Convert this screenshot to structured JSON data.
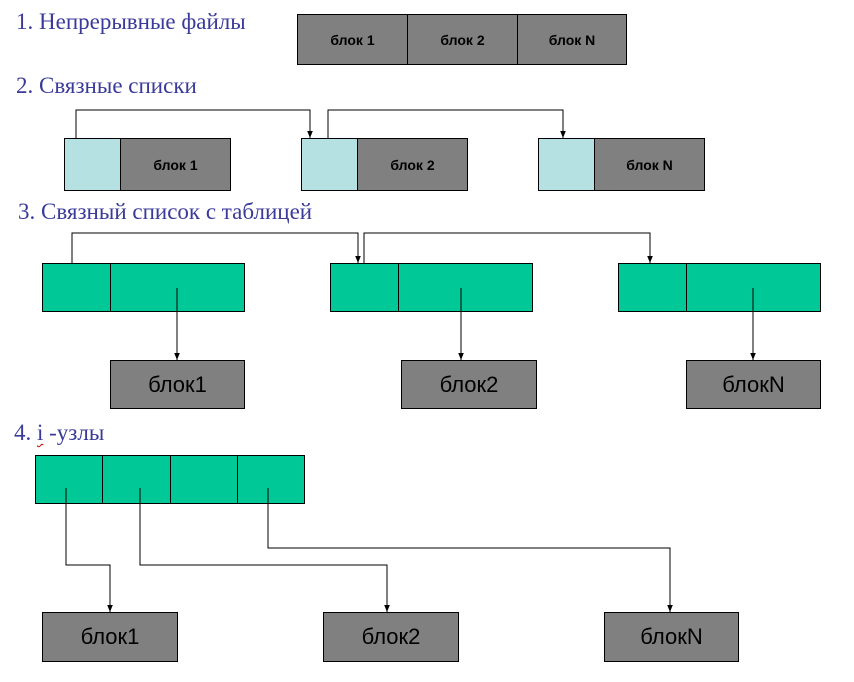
{
  "sections": {
    "s1": {
      "num": "1.",
      "title": "Непрерывные файлы",
      "blocks": [
        "блок 1",
        "блок 2",
        "блок N"
      ]
    },
    "s2": {
      "title": "2. Связные списки",
      "blocks": [
        "блок 1",
        "блок 2",
        "блок N"
      ]
    },
    "s3": {
      "title": "3. Связный список с таблицей",
      "blocks": [
        "блок1",
        "блок2",
        "блокN"
      ]
    },
    "s4": {
      "num": "4.",
      "letter": "i",
      "rest": "-узлы",
      "blocks": [
        "блок1",
        "блок2",
        "блокN"
      ]
    }
  },
  "colors": {
    "heading": "#3a3a9a",
    "block_gray": "#808080",
    "link_blue": "#b6e1e3",
    "table_green": "#00c896"
  }
}
